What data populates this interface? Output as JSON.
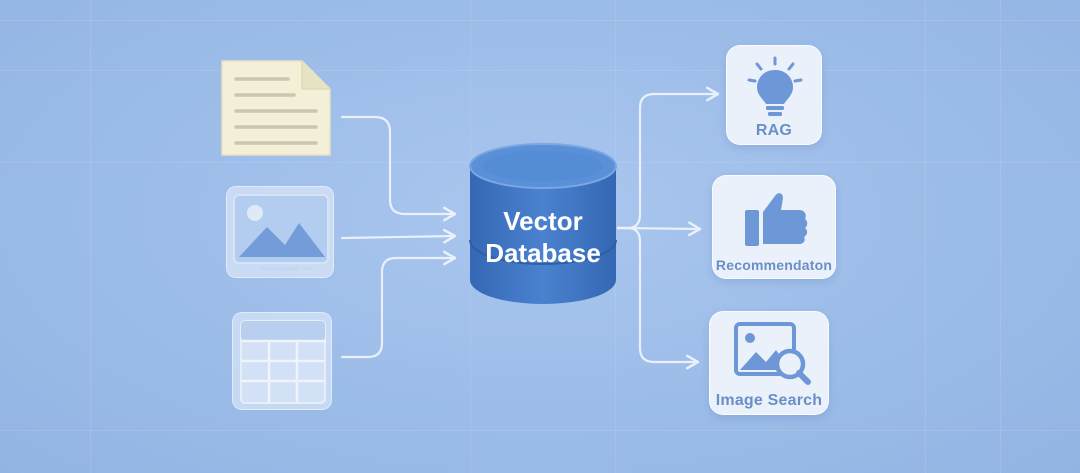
{
  "diagram": {
    "hub": {
      "label_line1": "Vector",
      "label_line2": "Database",
      "color": "#3f75c2"
    },
    "inputs": [
      {
        "icon": "document-icon"
      },
      {
        "icon": "image-icon"
      },
      {
        "icon": "table-icon"
      }
    ],
    "outputs": [
      {
        "icon": "lightbulb-icon",
        "label": "RAG"
      },
      {
        "icon": "thumbs-up-icon",
        "label": "Recommendaton"
      },
      {
        "icon": "image-search-icon",
        "label": "Image Search"
      }
    ],
    "colors": {
      "background": "#9dbde8",
      "connector": "#f2f6fd",
      "output_text": "#6a8fc7",
      "icon_blue": "#6d97d6",
      "document_fill": "#f4f0d8"
    }
  }
}
